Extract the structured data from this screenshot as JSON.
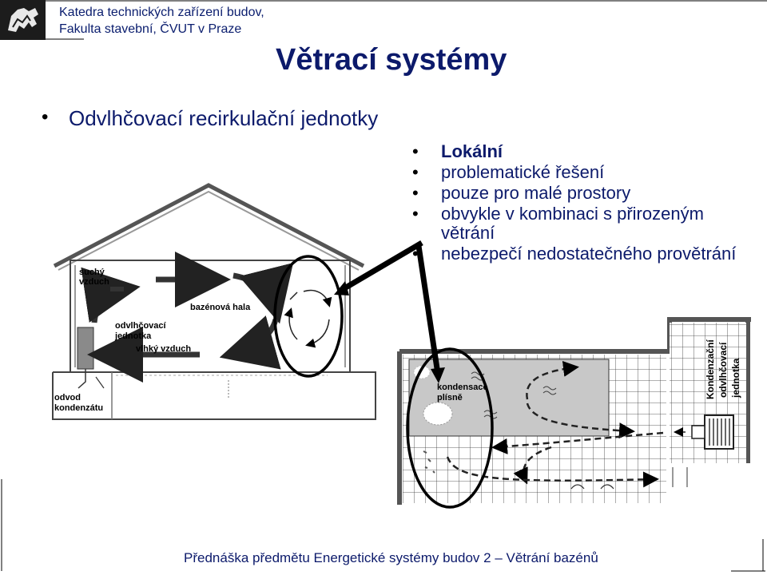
{
  "header": {
    "institution_line1": "Katedra technických zařízení budov,",
    "institution_line2": "Fakulta stavební, ČVUT v Praze"
  },
  "slide": {
    "title": "Větrací systémy",
    "main_bullet": "Odvlhčovací recirkulační jednotky",
    "sub_bullets": [
      "Lokální",
      "problematické řešení",
      "pouze pro malé prostory",
      "obvykle v kombinaci s přirozeným větrání",
      "nebezpečí nedostatečného provětrání"
    ]
  },
  "diagram_left": {
    "labels": {
      "dry_air": [
        "suchý",
        "vzduch"
      ],
      "hall": "bazénová hala",
      "unit": [
        "odvlhčovací",
        "jednotka"
      ],
      "humid_air": "vlhký vzduch",
      "drain": [
        "odvod",
        "kondenzátu"
      ]
    }
  },
  "diagram_right": {
    "labels": {
      "condensation": [
        "kondensace",
        "plísně"
      ],
      "unit_vertical": [
        "Kondenzační",
        "odvlhčovací",
        "jednotka"
      ]
    }
  },
  "footer": {
    "text": "Přednáška předmětu Energetické systémy budov 2 – Větrání bazénů"
  }
}
